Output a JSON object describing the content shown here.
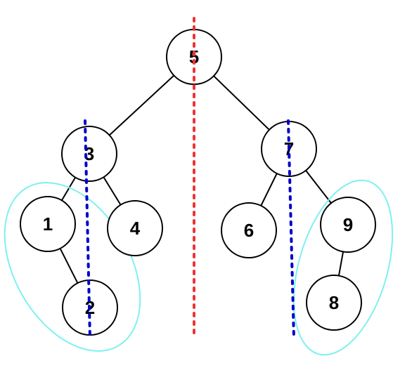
{
  "tree": {
    "nodes": [
      {
        "id": "n5",
        "label": "5"
      },
      {
        "id": "n3",
        "label": "3"
      },
      {
        "id": "n7",
        "label": "7"
      },
      {
        "id": "n1",
        "label": "1"
      },
      {
        "id": "n4",
        "label": "4"
      },
      {
        "id": "n6",
        "label": "6"
      },
      {
        "id": "n9",
        "label": "9"
      },
      {
        "id": "n2",
        "label": "2"
      },
      {
        "id": "n8",
        "label": "8"
      }
    ],
    "edges": [
      {
        "from": "5",
        "to": "3"
      },
      {
        "from": "5",
        "to": "7"
      },
      {
        "from": "3",
        "to": "1"
      },
      {
        "from": "3",
        "to": "4"
      },
      {
        "from": "1",
        "to": "2"
      },
      {
        "from": "7",
        "to": "6"
      },
      {
        "from": "7",
        "to": "9"
      },
      {
        "from": "9",
        "to": "8"
      }
    ]
  },
  "groups": [
    {
      "members": [
        "1",
        "2"
      ],
      "color": "#7ff0f0"
    },
    {
      "members": [
        "9",
        "8"
      ],
      "color": "#7ff0f0"
    }
  ],
  "dividers": [
    {
      "color": "#ee3333"
    },
    {
      "color": "#0000cc"
    },
    {
      "color": "#0000cc"
    }
  ]
}
